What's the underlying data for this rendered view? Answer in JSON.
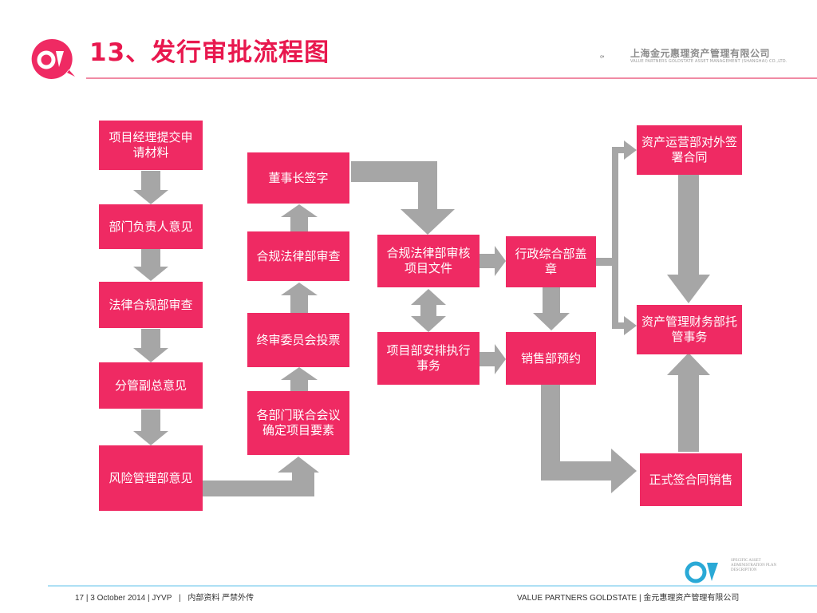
{
  "header": {
    "title": "13、发行审批流程图",
    "company_cn": "上海金元惠理资产管理有限公司",
    "company_en": "VALUE PARTNERS GOLDSTATE ASSET MANAGEMENT (SHANGHAI) CO.,LTD."
  },
  "flow": {
    "s1": "项目经理提交申请材料",
    "s2": "部门负责人意见",
    "s3": "法律合规部审查",
    "s4": "分管副总意见",
    "s5": "风险管理部意见",
    "s6": "各部门联合会议确定项目要素",
    "s7": "终审委员会投票",
    "s8": "合规法律部审查",
    "s9": "董事长签字",
    "s10": "合规法律部审核项目文件",
    "s11": "项目部安排执行事务",
    "s12": "行政综合部盖章",
    "s13": "销售部预约",
    "s14": "资产运营部对外签署合同",
    "s15": "资产管理财务部托管事务",
    "s16": "正式签合同销售"
  },
  "footer": {
    "page_number": "17",
    "date_author": "| 3 October 2014 | JYVP",
    "separator": "|",
    "confidential": "内部资料 严禁外传",
    "company": "VALUE PARTNERS GOLDSTATE | 金元惠理资产管理有限公司",
    "logo_text": "SPECIFIC ASSET ADMINISTRATION PLAN DESCRIPTION"
  },
  "colors": {
    "title": "#e8184e",
    "box": "#ef2a63",
    "arrow": "#a6a6a6",
    "header_rule": "#f08aa4",
    "footer_rule": "#aee0f4"
  }
}
